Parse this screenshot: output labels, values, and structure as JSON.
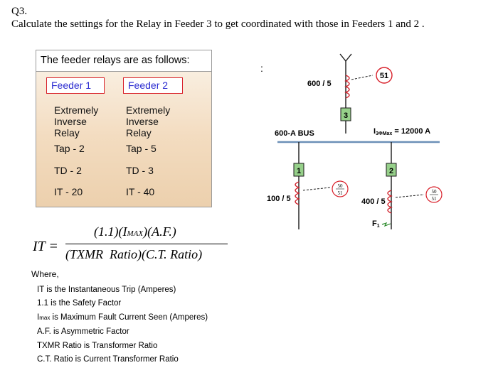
{
  "question": {
    "number": "Q3.",
    "text": "Calculate the settings for the Relay in Feeder 3 to get coordinated with those in Feeders 1 and 2 ."
  },
  "relay_table": {
    "header": "The feeder relays are as follows:",
    "feeder1": {
      "title": "Feeder 1",
      "curve": [
        "Extremely",
        "Inverse",
        "Relay"
      ],
      "tap": "Tap - 2",
      "td": "TD - 2",
      "it": "IT - 20"
    },
    "feeder2": {
      "title": "Feeder 2",
      "curve": [
        "Extremely",
        "Inverse",
        "Relay"
      ],
      "tap": "Tap - 5",
      "td": "TD - 3",
      "it": "IT - 40"
    }
  },
  "formula": {
    "lhs": "IT =",
    "numerator": "(1.1)(I",
    "numerator_sub": "MAX",
    "numerator_end": ")(A.F.)",
    "denominator": "(TXMR  Ratio)(C.T. Ratio)"
  },
  "where": {
    "title": "Where,",
    "it": "IT is the Instantaneous Trip (Amperes)",
    "sf": "1.1 is the Safety Factor",
    "imax_i": "I",
    "imax_sub": "max",
    "imax_rest": " is Maximum Fault Current Seen (Amperes)",
    "af": "A.F. is Asymmetric Factor",
    "txmr": "TXMR Ratio is Transformer Ratio",
    "ct": "C.T. Ratio is Current Transformer Ratio"
  },
  "diagram": {
    "dot": ":",
    "ct_top": "600 / 5",
    "relay51": "51",
    "relay3": "3",
    "bus": "600-A BUS",
    "fault_pre": "I",
    "fault_sub": "3ΦMax",
    "fault_post": " = 12000 A",
    "relay1": "1",
    "relay2": "2",
    "ct_left": "100 / 5",
    "ct_right": "400 / 5",
    "relay5051_top": "50",
    "relay5051_bottom": "51",
    "fault_label": "F",
    "fault_label_sub": "1",
    "colors": {
      "relay_green": "#96d08a",
      "relay_red": "#d8202a",
      "line": "#1a1a1a",
      "bus": "#6b8fb7",
      "ct_red": "#d0202a"
    }
  }
}
